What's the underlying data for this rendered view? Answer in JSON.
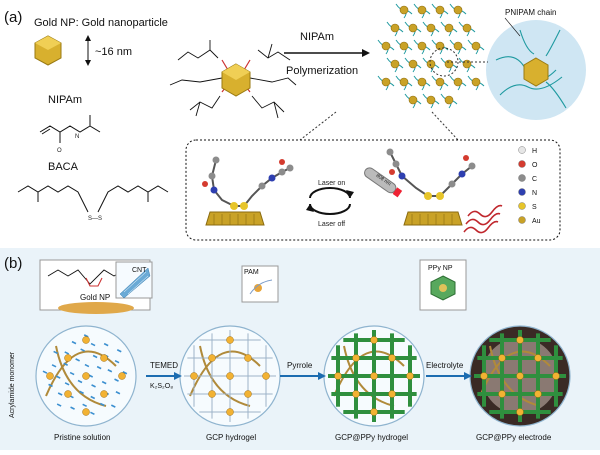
{
  "panel_a": {
    "label": "(a)",
    "gold_np_title": "Gold NP: Gold nanoparticle",
    "size_label": "~16 nm",
    "nipam_label": "NIPAm",
    "baca_label": "BACA",
    "arrow_top": "NIPAm",
    "arrow_bottom": "Polymerization",
    "pnipam_label": "PNIPAM chain",
    "laser_on": "Laser on",
    "laser_off": "Laser off",
    "laser_tag": "808 nm",
    "legend": [
      {
        "symbol": "H",
        "color": "#e6e6e6"
      },
      {
        "symbol": "O",
        "color": "#d43b2f"
      },
      {
        "symbol": "C",
        "color": "#8c8c8c"
      },
      {
        "symbol": "N",
        "color": "#2e3fb0"
      },
      {
        "symbol": "S",
        "color": "#e7c52a"
      },
      {
        "symbol": "Au",
        "color": "#c9a227"
      }
    ]
  },
  "panel_b": {
    "label": "(b)",
    "gold_np_label": "Gold NP",
    "cnt_label": "CNT",
    "pam_label": "PAM",
    "ppy_label": "PPy NP",
    "monomer_label": "Acrylamide monomer",
    "step1_top": "TEMED",
    "step1_bottom": "K₂S₂O₈",
    "step2": "Pyrrole",
    "step3": "Electrolyte",
    "captions": [
      "Pristine solution",
      "GCP hydrogel",
      "GCP@PPy hydrogel",
      "GCP@PPy electrode"
    ]
  }
}
